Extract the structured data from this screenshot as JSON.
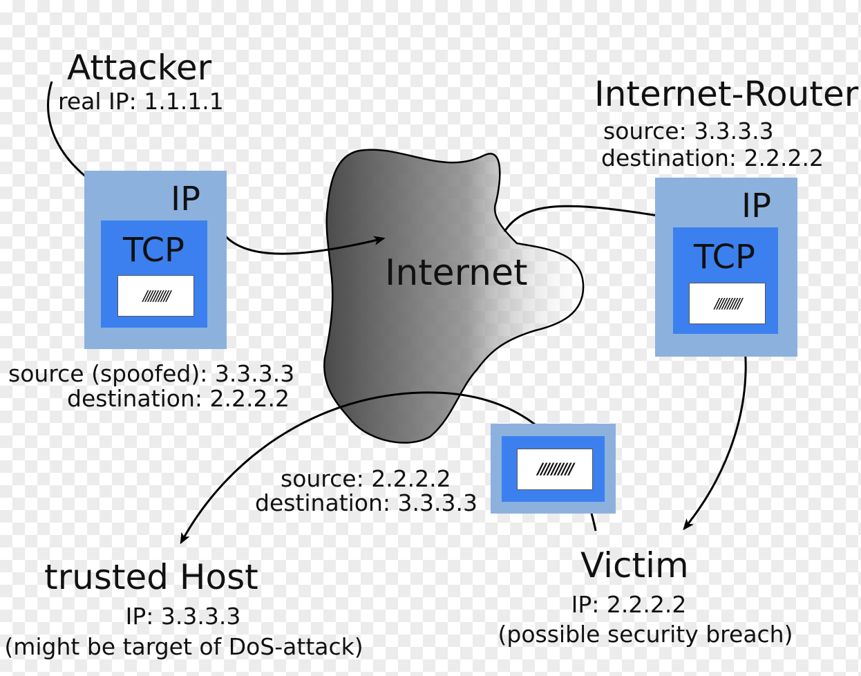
{
  "attacker": {
    "title": "Attacker",
    "real_ip": "real IP: 1.1.1.1"
  },
  "router": {
    "title": "Internet-Router",
    "source": "source: 3.3.3.3",
    "destination": "destination: 2.2.2.2"
  },
  "internet": {
    "label": "Internet"
  },
  "spoofed": {
    "source": "source (spoofed): 3.3.3.3",
    "destination": "destination: 2.2.2.2"
  },
  "reply": {
    "source": "source: 2.2.2.2",
    "destination": "destination: 3.3.3.3"
  },
  "trusted_host": {
    "title": "trusted Host",
    "ip": "IP: 3.3.3.3",
    "note": "(might be target of DoS-attack)"
  },
  "victim": {
    "title": "Victim",
    "ip": "IP: 2.2.2.2",
    "note": "(possible security breach)"
  },
  "packet": {
    "ip_label": "IP",
    "tcp_label": "TCP",
    "payload": "//////////"
  },
  "colors": {
    "ip_layer": "#8cb1dd",
    "tcp_layer": "#3b80ee",
    "payload": "#ffffff",
    "cloud_dark": "#555555"
  }
}
